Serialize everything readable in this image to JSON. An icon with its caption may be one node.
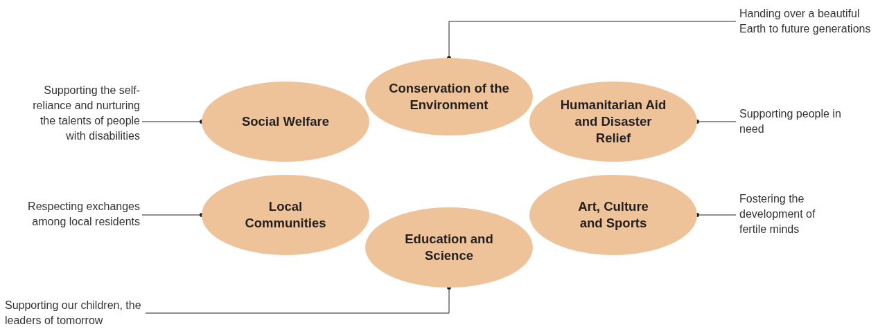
{
  "diagram": {
    "nodes": [
      {
        "text": [
          "Handing over a beautiful Earth to future generations"
        ]
      },
      {
        "text": [
          "Conservation of the Environment"
        ]
      },
      {
        "text": [
          "Supporting the self-reliance and nurturing the talents of people with disabilities"
        ]
      },
      {
        "text": [
          "Social Welfare"
        ]
      },
      {
        "text": [
          "Humanitarian Aid and Disaster Relief"
        ]
      },
      {
        "text": [
          "Supporting people in need"
        ]
      },
      {
        "text": [
          "Respecting exchanges among local residents"
        ]
      },
      {
        "text": [
          "Local Communities"
        ]
      },
      {
        "text": [
          "Art, Culture and Sports"
        ]
      },
      {
        "text": [
          "Fostering the development of fertile minds"
        ]
      },
      {
        "text": [
          "Education and Science"
        ]
      },
      {
        "text": [
          "Supporting our children, the leaders of tomorrow"
        ]
      }
    ],
    "edges": [
      {
        "from": 0,
        "to": 1,
        "arrow": "other"
      },
      {
        "from": 2,
        "to": 3,
        "arrow": "other"
      },
      {
        "from": 5,
        "to": 4,
        "arrow": "other"
      },
      {
        "from": 6,
        "to": 7,
        "arrow": "other"
      },
      {
        "from": 9,
        "to": 8,
        "arrow": "other"
      },
      {
        "from": 11,
        "to": 10,
        "arrow": "other"
      }
    ]
  }
}
